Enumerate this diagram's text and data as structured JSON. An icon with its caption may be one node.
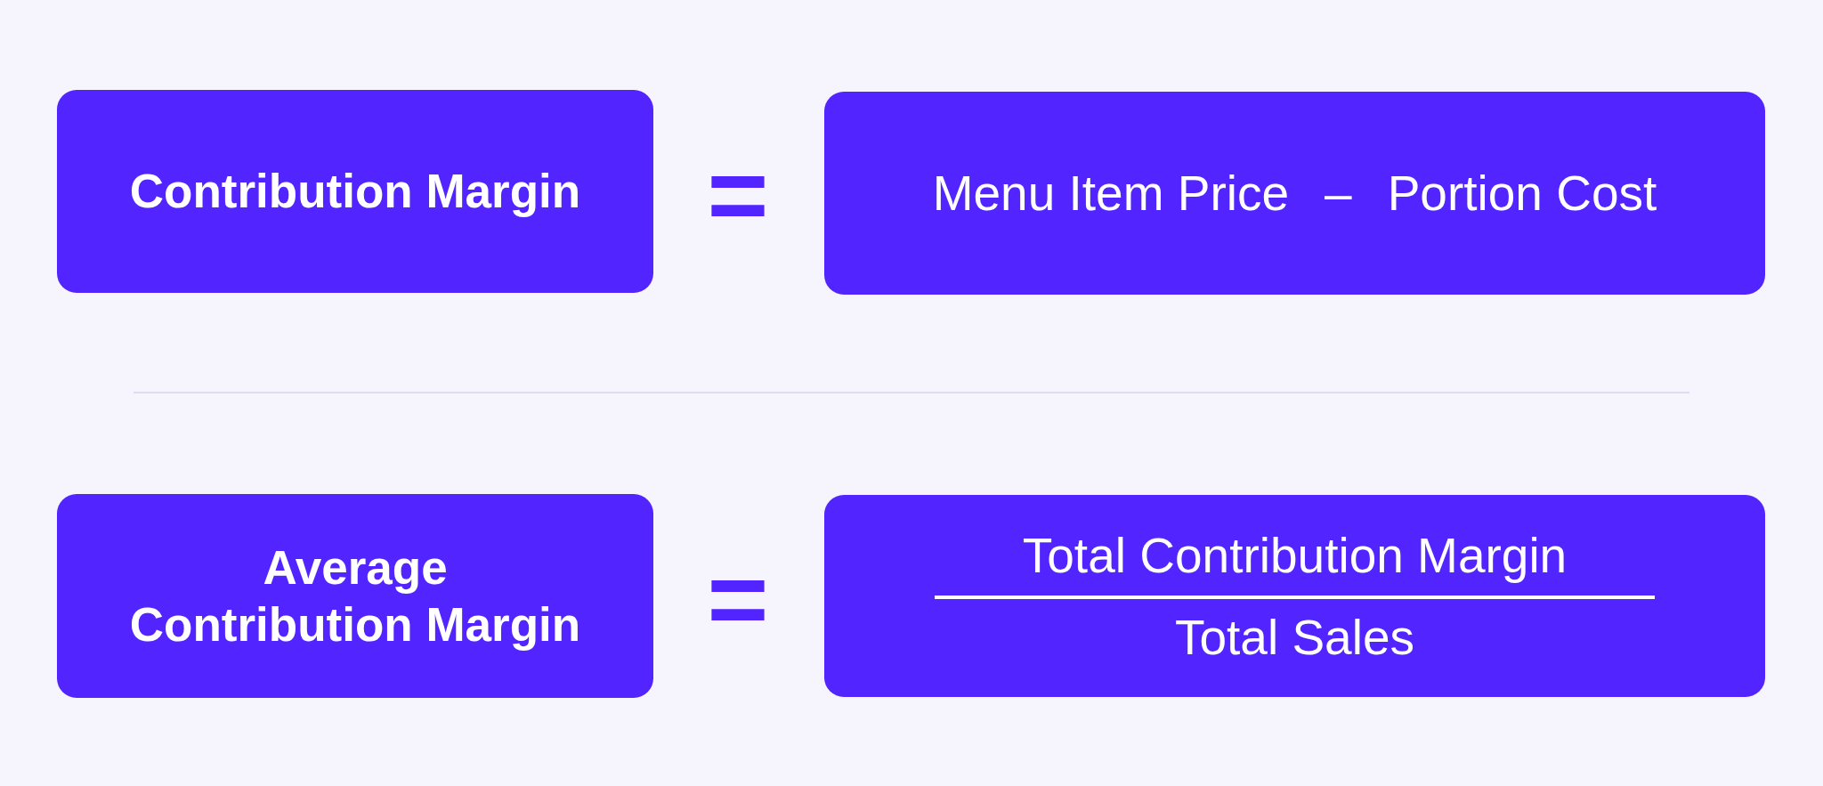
{
  "diagram": {
    "nodes": [
      {
        "text": [
          "Contribution Margin"
        ]
      },
      {
        "text": [
          "Menu Item Price",
          "–",
          "Portion Cost"
        ]
      },
      {
        "text": [
          "Average Contribution Margin"
        ]
      },
      {
        "text": [
          "Total Contribution Margin",
          "Total Sales"
        ]
      }
    ],
    "labels": [
      "=",
      "="
    ]
  }
}
